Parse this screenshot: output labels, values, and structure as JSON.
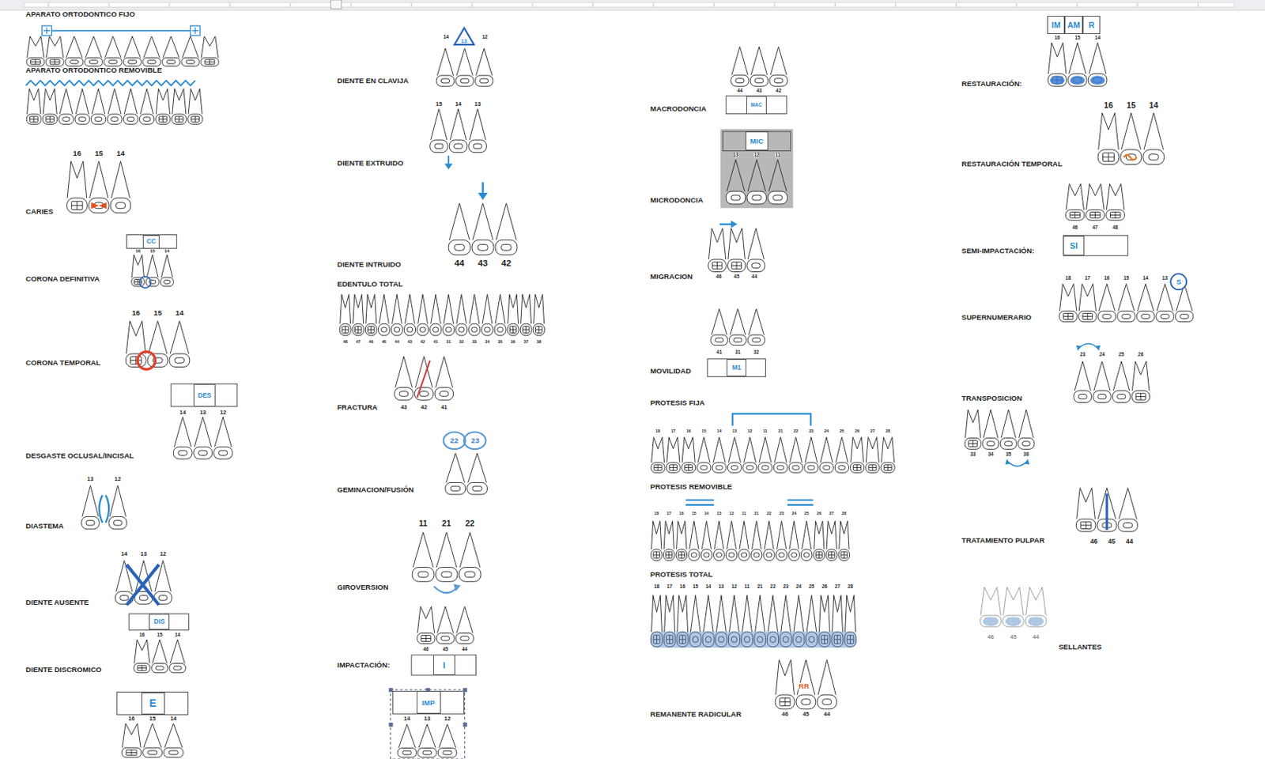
{
  "diagram": {
    "nodes": [
      {
        "text": [
          "CC"
        ]
      },
      {
        "text": [
          "DES"
        ]
      },
      {
        "text": [
          "DIS"
        ]
      },
      {
        "text": [
          "E"
        ]
      },
      {
        "text": [
          "13"
        ]
      },
      {
        "text": [
          "22"
        ]
      },
      {
        "text": [
          "23"
        ]
      },
      {
        "text": [
          "I"
        ]
      },
      {
        "text": [
          "IMP"
        ]
      },
      {
        "text": [
          "MAC"
        ]
      },
      {
        "text": [
          "MIC"
        ]
      },
      {
        "text": [
          "M1"
        ]
      },
      {
        "text": [
          "IM"
        ]
      },
      {
        "text": [
          "AM"
        ]
      },
      {
        "text": [
          "R"
        ]
      },
      {
        "text": [
          "SI"
        ]
      },
      {
        "text": [
          "S"
        ]
      }
    ],
    "labels": [
      "APARATO ORTODONTICO FIJO",
      "APARATO ORTODONTICO REMOVIBLE",
      "16",
      "15",
      "14",
      "CARIES",
      "16",
      "15",
      "14",
      "CORONA DEFINITIVA",
      "16",
      "15",
      "14",
      "CORONA TEMPORAL",
      "14",
      "13",
      "12",
      "DESGASTE OCLUSAL/INCISAL",
      "13",
      "12",
      "DIASTEMA",
      "14",
      "13",
      "12",
      "DIENTE AUSENTE",
      "16",
      "15",
      "14",
      "DIENTE DISCROMICO",
      "16",
      "15",
      "14",
      "14",
      "12",
      "DIENTE EN CLAVIJA",
      "15",
      "14",
      "13",
      "DIENTE EXTRUIDO",
      "DIENTE INTRUIDO",
      "44",
      "43",
      "42",
      "EDENTULO TOTAL",
      "48",
      "47",
      "46",
      "45",
      "44",
      "43",
      "42",
      "41",
      "31",
      "32",
      "33",
      "34",
      "35",
      "36",
      "37",
      "38",
      "FRACTURA",
      "43",
      "42",
      "41",
      "GEMINACION/FUSIÓN",
      "11",
      "21",
      "22",
      "GIROVERSION",
      "46",
      "45",
      "44",
      "IMPACTACIÓN:",
      "14",
      "13",
      "12",
      "44",
      "43",
      "42",
      "MACRODONCIA",
      "13",
      "12",
      "11",
      "MICRODONCIA",
      "MIGRACION",
      "46",
      "45",
      "44",
      "41",
      "31",
      "32",
      "MOVILIDAD",
      "PROTESIS FIJA",
      "18",
      "17",
      "16",
      "15",
      "14",
      "13",
      "12",
      "11",
      "21",
      "22",
      "23",
      "24",
      "25",
      "26",
      "27",
      "28",
      "PROTESIS REMOVIBLE",
      "18",
      "17",
      "16",
      "15",
      "14",
      "13",
      "12",
      "11",
      "21",
      "22",
      "23",
      "24",
      "25",
      "26",
      "27",
      "28",
      "PROTESIS TOTAL",
      "18",
      "17",
      "16",
      "15",
      "14",
      "13",
      "12",
      "11",
      "21",
      "22",
      "23",
      "24",
      "25",
      "26",
      "27",
      "28",
      "RR",
      "REMANENTE RADICULAR",
      "46",
      "45",
      "44",
      "16",
      "15",
      "14",
      "RESTAURACIÓN:",
      "16",
      "15",
      "14",
      "RESTAURACIÓN TEMPORAL",
      "46",
      "47",
      "48",
      "SEMI-IMPACTACIÓN:",
      "18",
      "17",
      "16",
      "15",
      "14",
      "13",
      "SUPERNUMERARIO",
      "23",
      "24",
      "25",
      "26",
      "TRANSPOSICION",
      "33",
      "34",
      "35",
      "36",
      "TRATAMIENTO PULPAR",
      "46",
      "45",
      "44",
      "46",
      "45",
      "44",
      "SELLANTES"
    ]
  }
}
